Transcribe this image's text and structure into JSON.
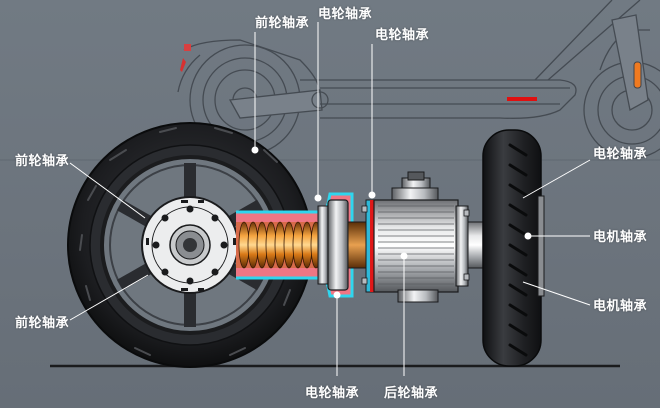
{
  "diagram": {
    "subject": "Electric scooter hub motor and wheel bearing assembly",
    "colors": {
      "background": "#6e767f",
      "tire": "#1e1f21",
      "hub": "#e8e9ea",
      "spring": "#d9821c",
      "spring_housing": "#f07080",
      "outline_highlight": "#2fd6ee",
      "motor_seal": "#e01818",
      "reflector_rear": "#e03030",
      "reflector_front": "#f07a20",
      "deck_light": "#e01010",
      "label_text": "#ffffff",
      "leader_line": "#ffffff"
    },
    "labels": [
      {
        "id": "top-front-bearing",
        "text": "前轮轴承"
      },
      {
        "id": "top-hub-bearing-1",
        "text": "电轮轴承"
      },
      {
        "id": "top-hub-bearing-2",
        "text": "电轮轴承"
      },
      {
        "id": "left-front-bearing-upper",
        "text": "前轮轴承"
      },
      {
        "id": "left-front-bearing-lower",
        "text": "前轮轴承"
      },
      {
        "id": "right-hub-bearing",
        "text": "电轮轴承"
      },
      {
        "id": "right-motor-bearing-1",
        "text": "电机轴承"
      },
      {
        "id": "right-motor-bearing-2",
        "text": "电机轴承"
      },
      {
        "id": "bottom-hub-bearing",
        "text": "电轮轴承"
      },
      {
        "id": "bottom-rear-bearing",
        "text": "后轮轴承"
      }
    ]
  }
}
